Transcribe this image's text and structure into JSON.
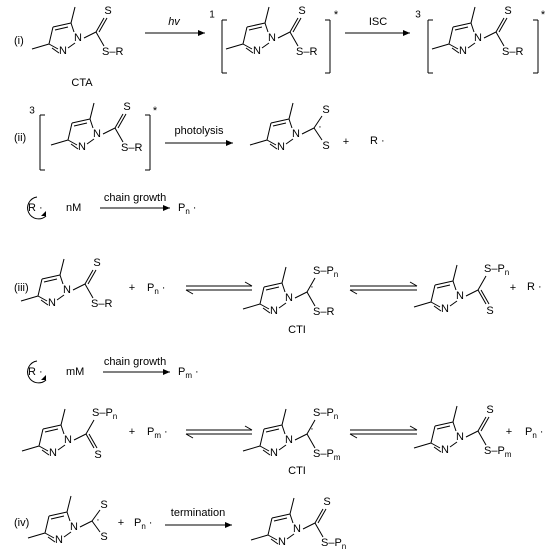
{
  "steps": {
    "i": "(i)",
    "ii": "(ii)",
    "iii": "(iii)",
    "iv": "(iv)"
  },
  "atoms": {
    "N": "N",
    "S": "S",
    "R": "R",
    "P": "P",
    "n": "n",
    "m": "m"
  },
  "labels": {
    "cta": "CTA",
    "cti": "CTI",
    "hv": "hv",
    "isc": "ISC",
    "photolysis": "photolysis",
    "chain_growth": "chain growth",
    "termination": "termination",
    "singlet": "1",
    "triplet": "3",
    "excited": "*",
    "plus": "+",
    "radical_dot": "·",
    "monomer_n": "nM",
    "monomer_m": "mM",
    "dash": "–"
  }
}
